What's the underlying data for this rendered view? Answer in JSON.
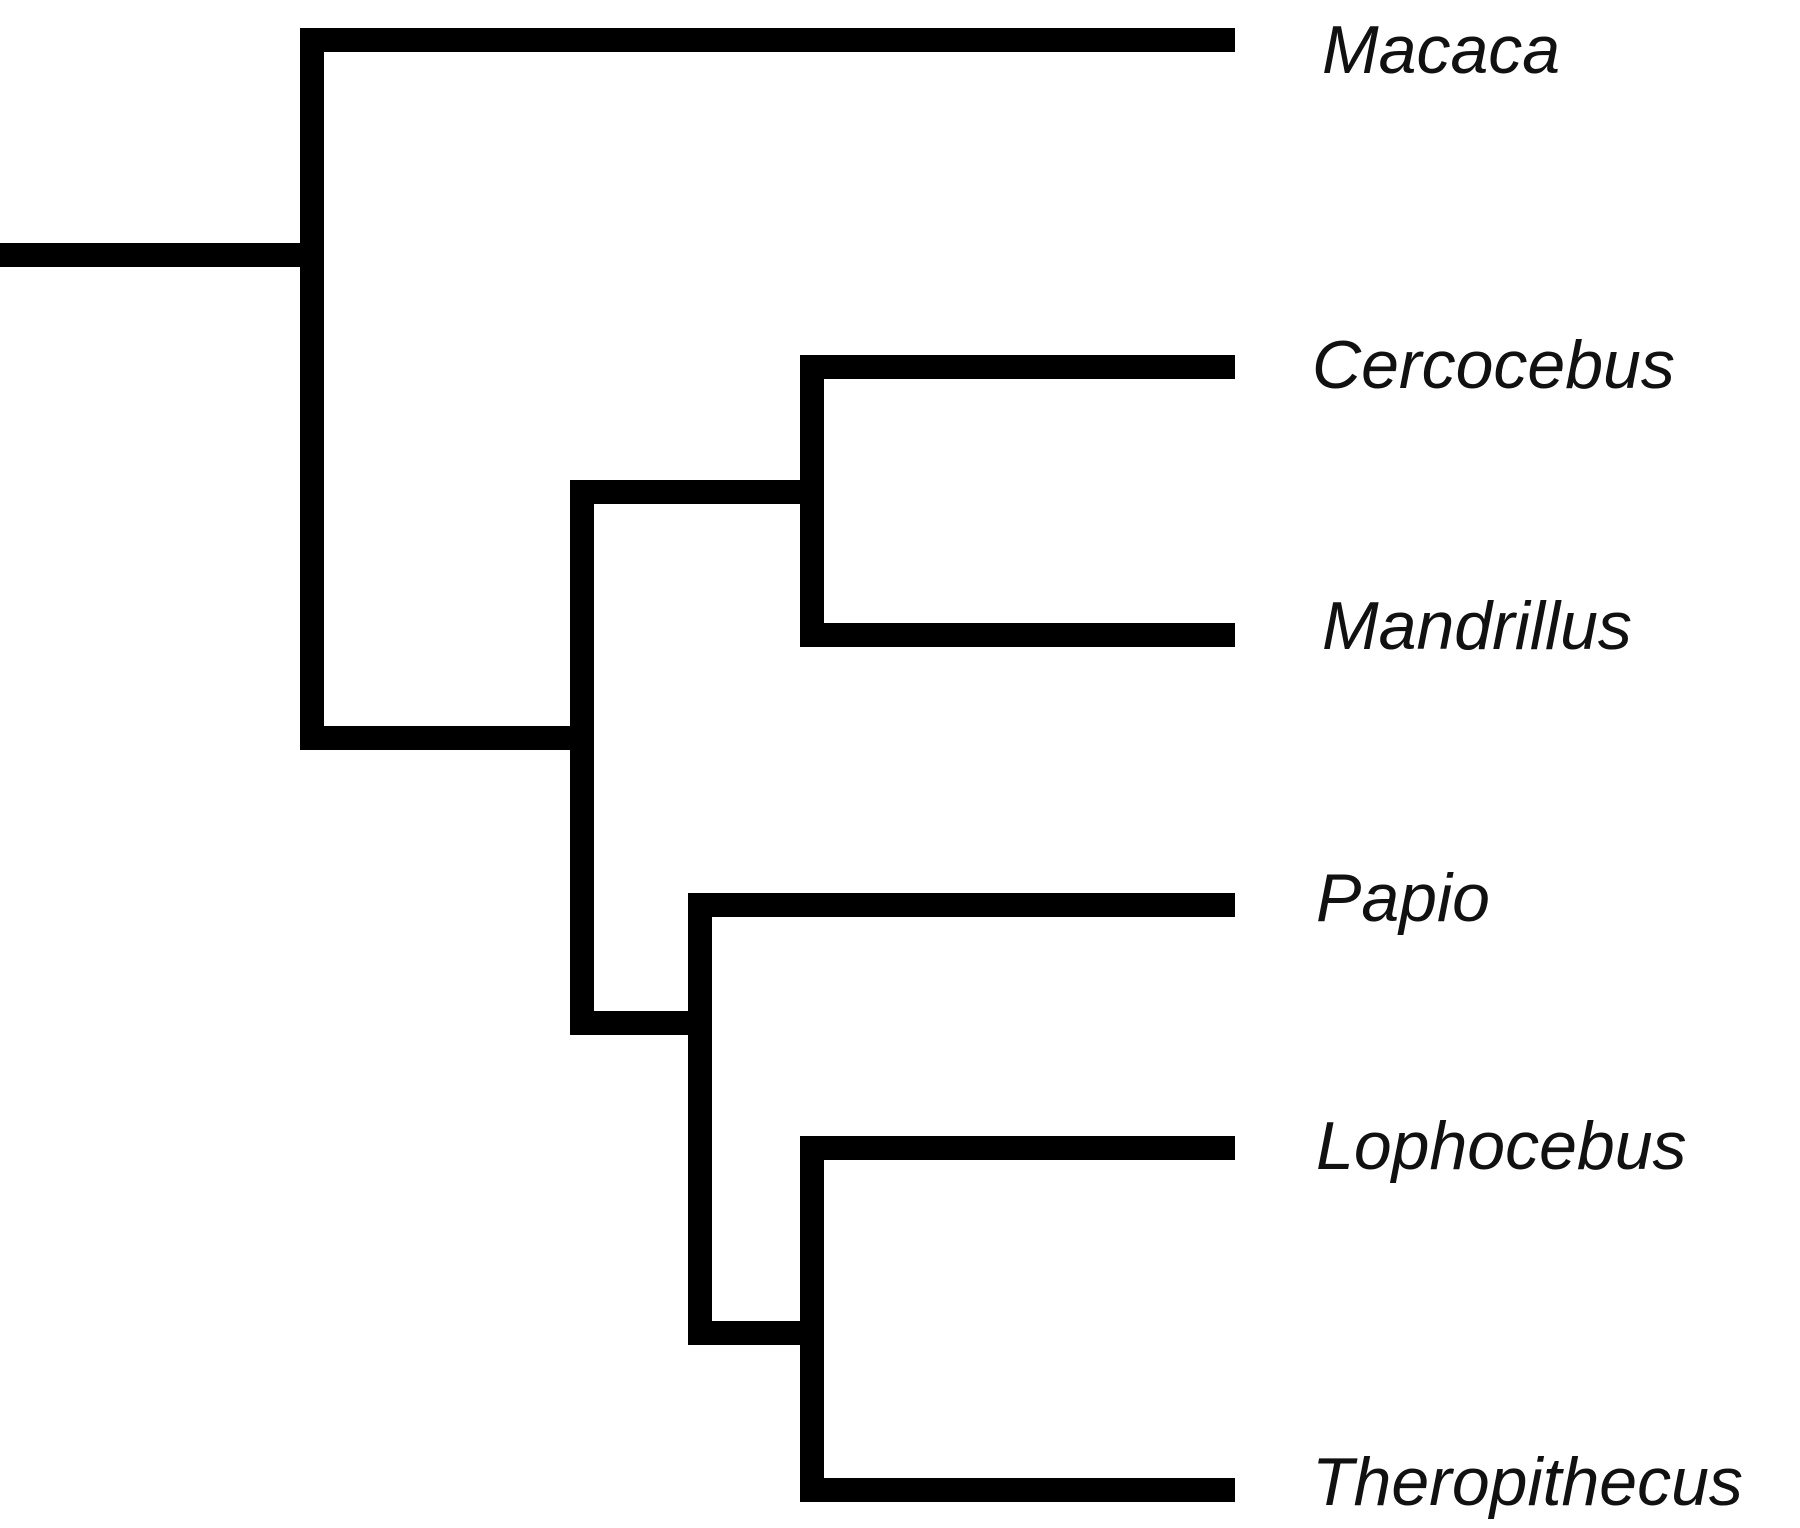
{
  "diagram": {
    "type": "phylogenetic-tree",
    "line_color": "#000000",
    "text_color": "#111111",
    "taxa": [
      "Macaca",
      "Cercocebus",
      "Mandrillus",
      "Papio",
      "Lophocebus",
      "Theropithecus"
    ],
    "topology": "(Macaca,((Cercocebus,Mandrillus),(Papio,(Lophocebus,Theropithecus))))"
  }
}
